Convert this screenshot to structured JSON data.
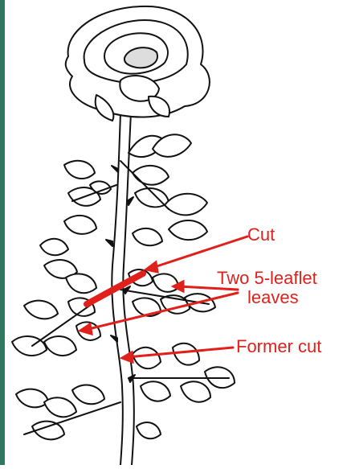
{
  "labels": {
    "cut": "Cut",
    "leaves_line1": "Two 5-leaflet",
    "leaves_line2": "leaves",
    "former_cut": "Former cut"
  },
  "colors": {
    "annotation": "#e0201b",
    "ink": "#111111",
    "border": "#2f7a5f"
  }
}
